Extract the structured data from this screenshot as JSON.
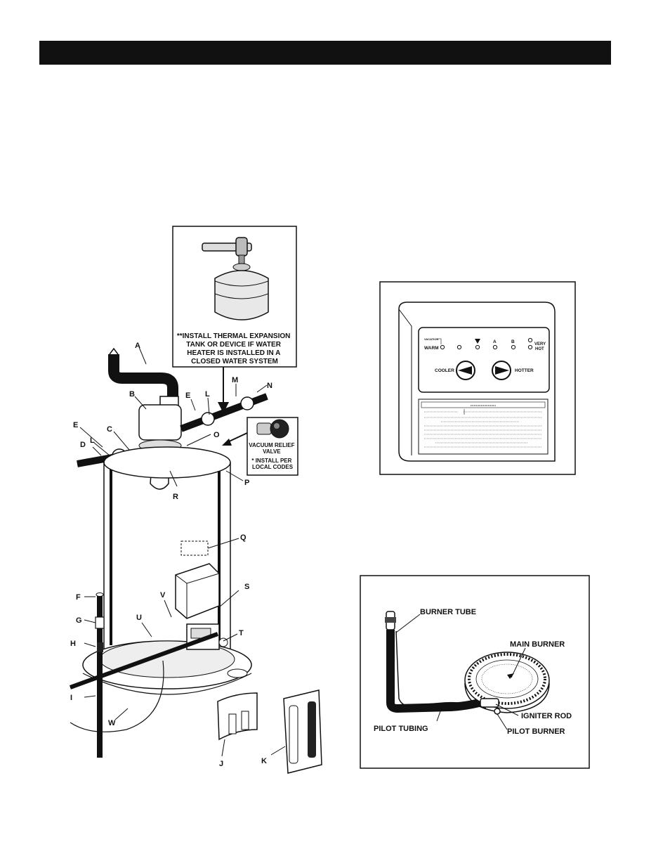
{
  "heater_diagram": {
    "expansion_note": [
      "**INSTALL THERMAL EXPANSION",
      "TANK OR DEVICE IF WATER",
      "HEATER IS INSTALLED IN A",
      "CLOSED WATER SYSTEM"
    ],
    "vacuum_note": [
      "VACUUM RELIEF",
      "VALVE",
      "* INSTALL PER",
      "LOCAL CODES"
    ],
    "part_labels": {
      "A": "A",
      "B": "B",
      "C": "C",
      "D": "D",
      "E": "E",
      "F": "F",
      "G": "G",
      "H": "H",
      "I": "I",
      "J": "J",
      "K": "K",
      "L": "L",
      "M": "M",
      "N": "N",
      "O": "O",
      "P": "P",
      "Q": "Q",
      "R": "R",
      "S": "S",
      "T": "T",
      "U": "U",
      "V": "V",
      "W": "W"
    }
  },
  "control_panel": {
    "vacation_label": "VACATION",
    "warm_label": "WARM",
    "a_label": "A",
    "b_label": "B",
    "very_hot_label": [
      "VERY",
      "HOT"
    ],
    "cooler_label": "COOLER",
    "hotter_label": "HOTTER"
  },
  "burner_diagram": {
    "burner_tube": "BURNER TUBE",
    "main_burner": "MAIN BURNER",
    "igniter_rod": "IGNITER ROD",
    "pilot_tubing": "PILOT TUBING",
    "pilot_burner": "PILOT BURNER"
  }
}
